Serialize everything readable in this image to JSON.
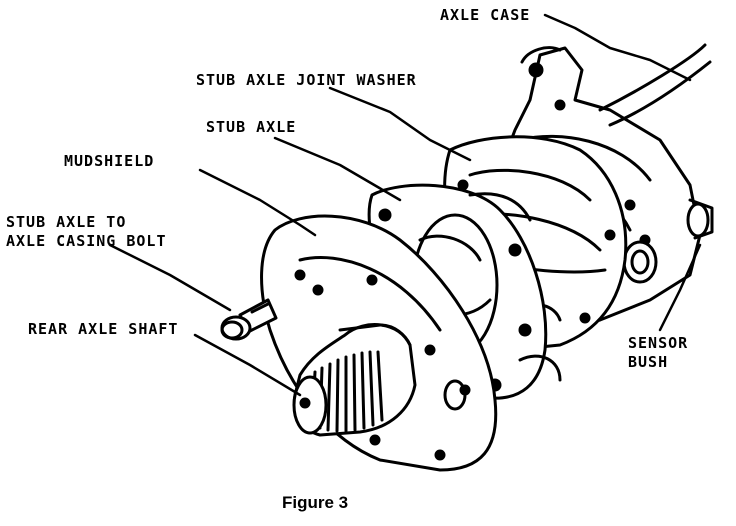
{
  "labels": {
    "axle_case": "AXLE CASE",
    "joint_washer": "STUB AXLE JOINT WASHER",
    "stub_axle": "STUB AXLE",
    "mudshield": "MUDSHIELD",
    "bolt_line1": "STUB AXLE TO",
    "bolt_line2": "AXLE CASING BOLT",
    "rear_axle_shaft": "REAR AXLE SHAFT",
    "sensor_line1": "SENSOR",
    "sensor_line2": "BUSH"
  },
  "caption": "Figure 3"
}
